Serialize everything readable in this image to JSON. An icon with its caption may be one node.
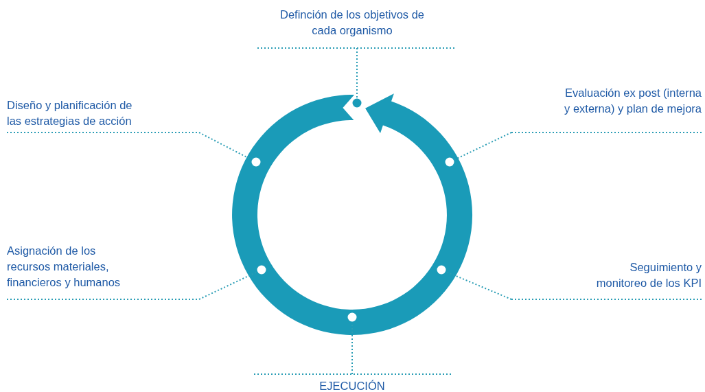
{
  "diagram": {
    "nodes": [
      {
        "text": [
          "Definción de los objetivos de cada organismo"
        ]
      },
      {
        "text": [
          "Diseño y planificación de las estrategias de acción"
        ]
      },
      {
        "text": [
          "Evaluación ex post (interna y externa) y plan de mejora"
        ]
      },
      {
        "text": [
          "Asignación de los recursos materiales, financieros y humanos"
        ]
      },
      {
        "text": [
          "Seguimiento y monitoreo de los KPI"
        ]
      },
      {
        "text": [
          "EJECUCIÓN"
        ]
      },
      {
        "text": [],
        "shape": "circle"
      },
      {
        "text": [],
        "shape": "circle"
      },
      {
        "text": [],
        "shape": "circle"
      },
      {
        "text": [],
        "shape": "circle"
      },
      {
        "text": [],
        "shape": "circle"
      },
      {
        "text": [],
        "shape": "circle"
      }
    ],
    "edges": [
      {
        "from": 0,
        "to": 6,
        "arrow": "none"
      },
      {
        "from": 1,
        "to": 7,
        "arrow": "none"
      },
      {
        "from": 2,
        "to": 8,
        "arrow": "none"
      },
      {
        "from": 3,
        "to": 9,
        "arrow": "none"
      },
      {
        "from": 4,
        "to": 10,
        "arrow": "none"
      },
      {
        "from": 5,
        "to": 11,
        "arrow": "none"
      }
    ]
  }
}
